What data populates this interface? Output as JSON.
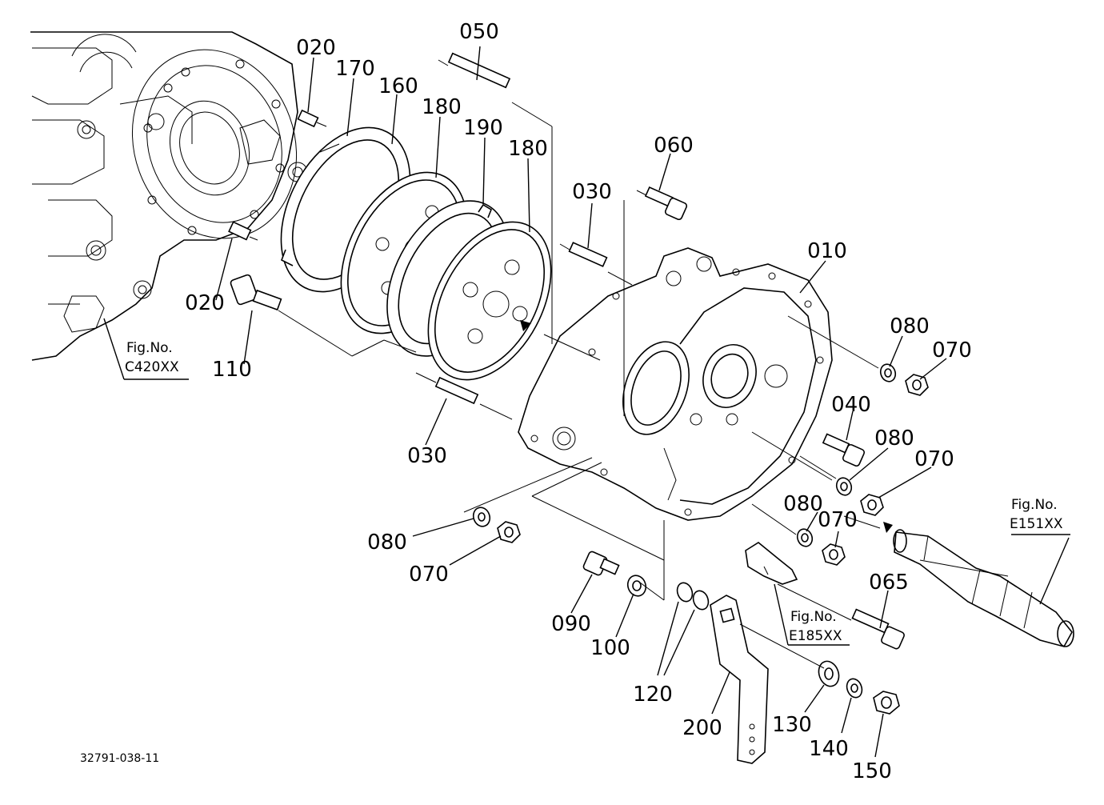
{
  "diagram": {
    "drawing_code": "32791-038-11",
    "callouts": [
      "050",
      "020",
      "170",
      "160",
      "180",
      "190",
      "180",
      "060",
      "030",
      "010",
      "020",
      "110",
      "080",
      "070",
      "040",
      "080",
      "070",
      "030",
      "080",
      "070",
      "080",
      "070",
      "065",
      "090",
      "100",
      "120",
      "200",
      "130",
      "140",
      "150"
    ],
    "figure_refs": [
      {
        "label": "Fig.No.",
        "code": "C420XX"
      },
      {
        "label": "Fig.No.",
        "code": "E151XX"
      },
      {
        "label": "Fig.No.",
        "code": "E185XX"
      }
    ]
  }
}
